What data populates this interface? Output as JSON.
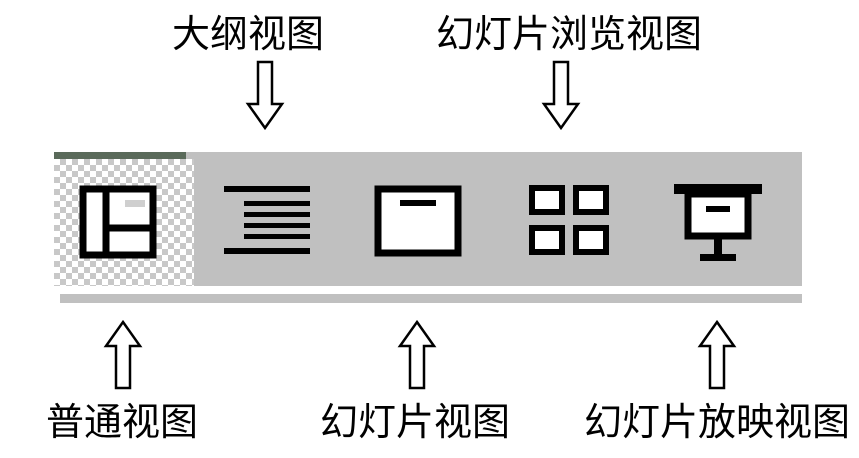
{
  "labels": {
    "outline_view": "大纲视图",
    "slide_sorter_view": "幻灯片浏览视图",
    "normal_view": "普通视图",
    "slide_view": "幻灯片视图",
    "slide_show_view": "幻灯片放映视图"
  },
  "colors": {
    "toolbar_bg": "#c0c0c0",
    "active_top_line": "#5a6a5a",
    "icon": "#000000",
    "checker": "#c8c8c8"
  },
  "icons": [
    "normal-view-icon",
    "outline-view-icon",
    "slide-view-icon",
    "slide-sorter-view-icon",
    "slide-show-view-icon"
  ]
}
